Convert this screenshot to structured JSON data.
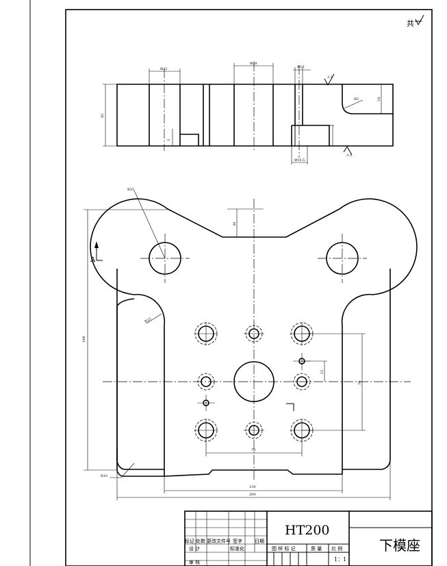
{
  "sheet_count": "共",
  "dimensions": {
    "d_phi22": "Φ22",
    "d_phi28": "Φ28",
    "d_phi10": "Φ10",
    "d_phi16_5": "Φ16.5",
    "d_45": "45",
    "d_24": "24",
    "d_r5": "R5",
    "d_r35": "R35",
    "d_r23": "R23",
    "d_r10": "R10",
    "d_30": "30",
    "d_188": "188",
    "d_130": "130",
    "d_200": "200",
    "d_70_h": "70",
    "d_70_v": "70",
    "d_15": "15",
    "view_a": "A",
    "rough_a": "3.2",
    "rough_b": "3.2",
    "d_small": "3"
  },
  "title_block": {
    "material": "HT200",
    "part_name": "下模座",
    "scale_value": "1：1",
    "h_mark": "标记",
    "h_count": "处数",
    "h_change_doc": "更改文件号",
    "h_sign": "签字",
    "h_date": "日期",
    "h_design": "设 计",
    "h_standardize": "标准化",
    "h_review": "审 核",
    "h_drawing_mark": "图 样 标 记",
    "h_weight": "质 量",
    "h_scale": "比 例"
  }
}
